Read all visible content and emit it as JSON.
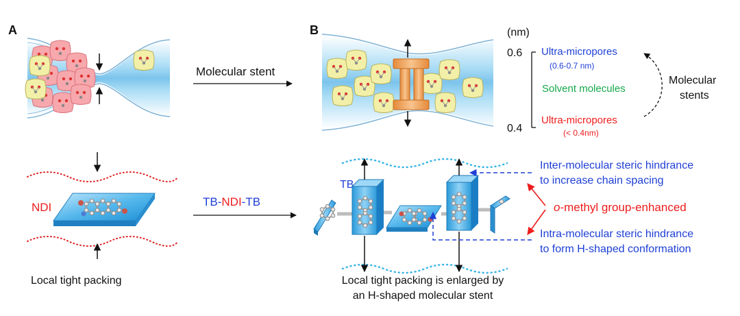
{
  "panel_a": {
    "letter": "A",
    "top_arrow_label": "Molecular stent",
    "ndi_label": "NDI",
    "caption": "Local tight packing"
  },
  "panel_b": {
    "letter": "B",
    "scale_unit": "(nm)",
    "tick_top": "0.6",
    "tick_bottom": "0.4",
    "pore_top_label": "Ultra-micropores",
    "pore_top_range": "(0.6-0.7 nm)",
    "solvent_label": "Solvent molecules",
    "pore_bottom_label": "Ultra-micropores",
    "pore_bottom_range": "(< 0.4nm)",
    "stents_label_line1": "Molecular",
    "stents_label_line2": "stents",
    "tb_label": "TB",
    "caption_line1": "Local tight packing is enlarged by",
    "caption_line2": "an H-shaped molecular stent"
  },
  "middle_arrow": {
    "part1": "TB-",
    "part2": "NDI",
    "part3": "-TB"
  },
  "annotations": {
    "inter_line1": "Inter-molecular steric hindrance",
    "inter_line2": "to increase chain spacing",
    "methyl_prefix": "o",
    "methyl_rest": "-methyl group-enhanced",
    "intra_line1": "Intra-molecular steric hindrance",
    "intra_line2": "to form H-shaped conformation"
  },
  "colors": {
    "blue_text": "#1e3fd6",
    "red_text": "#ee1c1c",
    "green_text": "#14a84a",
    "channel": "#8ecdf0",
    "stent": "#f3a35a",
    "molecule": "#f2f0a8",
    "packed": "#f7a8ad",
    "slab": "#3fa9e0"
  }
}
